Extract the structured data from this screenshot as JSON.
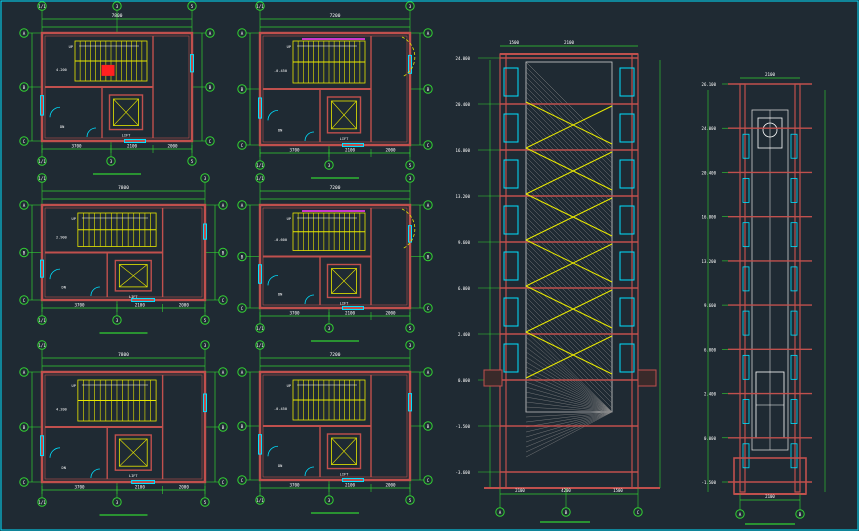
{
  "drawing": {
    "background": "#1f2a33",
    "colors": {
      "wall": "#c0504d",
      "dim": "#32d232",
      "stair": "#e8e800",
      "window": "#00e0ff",
      "hatch": "#cfcfcf",
      "magenta": "#ff3cff",
      "white": "#ffffff"
    },
    "plans": [
      {
        "id": "plan-1",
        "top_dim": "7800",
        "bottom_dims": [
          "3700",
          "2100",
          "2000"
        ],
        "top_axes": [
          "1/1",
          "3",
          "5"
        ],
        "bottom_axes": [
          "1/1",
          "3",
          "5"
        ]
      },
      {
        "id": "plan-2",
        "top_dim": "7200",
        "bottom_dims": [
          "3700",
          "2100",
          "2000"
        ],
        "top_axes": [
          "1/1",
          "3"
        ],
        "bottom_axes": [
          "1/1",
          "3",
          "5"
        ]
      },
      {
        "id": "plan-3",
        "top_dim": "7800",
        "bottom_dims": [
          "3700",
          "2100",
          "2000"
        ],
        "top_axes": [
          "1/1",
          "3"
        ],
        "bottom_axes": [
          "1/1",
          "3",
          "5"
        ]
      },
      {
        "id": "plan-4",
        "top_dim": "7200",
        "bottom_dims": [
          "3700",
          "2100",
          "2000"
        ],
        "top_axes": [
          "1/1",
          "3"
        ],
        "bottom_axes": [
          "1/1",
          "3",
          "5"
        ]
      },
      {
        "id": "plan-5",
        "top_dim": "7800",
        "bottom_dims": [
          "3700",
          "2100",
          "2000"
        ],
        "top_axes": [
          "1/1",
          "3"
        ],
        "bottom_axes": [
          "1/1",
          "3",
          "5"
        ]
      },
      {
        "id": "plan-6",
        "top_dim": "7200",
        "bottom_dims": [
          "3700",
          "2100",
          "2000"
        ],
        "top_axes": [
          "1/1",
          "3"
        ],
        "bottom_axes": [
          "1/1",
          "3",
          "5"
        ]
      }
    ],
    "plan_marks": {
      "row_axes": [
        "A",
        "B",
        "C"
      ],
      "level_labels": [
        "4.200",
        "-0.450",
        "2.900",
        "-0.600"
      ],
      "up": "UP",
      "down": "DN",
      "room": "LIFT"
    },
    "stair_section": {
      "top_dims": [
        "1500",
        "2100"
      ],
      "levels": [
        "24.000",
        "20.400",
        "16.800",
        "13.200",
        "9.600",
        "6.000",
        "2.400",
        "0.000",
        "-1.500",
        "-3.600"
      ],
      "bottom_dims": [
        "2100",
        "4200",
        "1500"
      ],
      "bottom_axes": [
        "A",
        "B",
        "C"
      ]
    },
    "lift_section": {
      "top_dims": [
        "2100"
      ],
      "levels": [
        "26.100",
        "24.000",
        "20.400",
        "16.800",
        "13.200",
        "9.600",
        "6.000",
        "2.400",
        "0.000",
        "-1.500"
      ],
      "bottom_dims": [
        "2100"
      ],
      "bottom_axes": [
        "A",
        "B"
      ]
    }
  }
}
